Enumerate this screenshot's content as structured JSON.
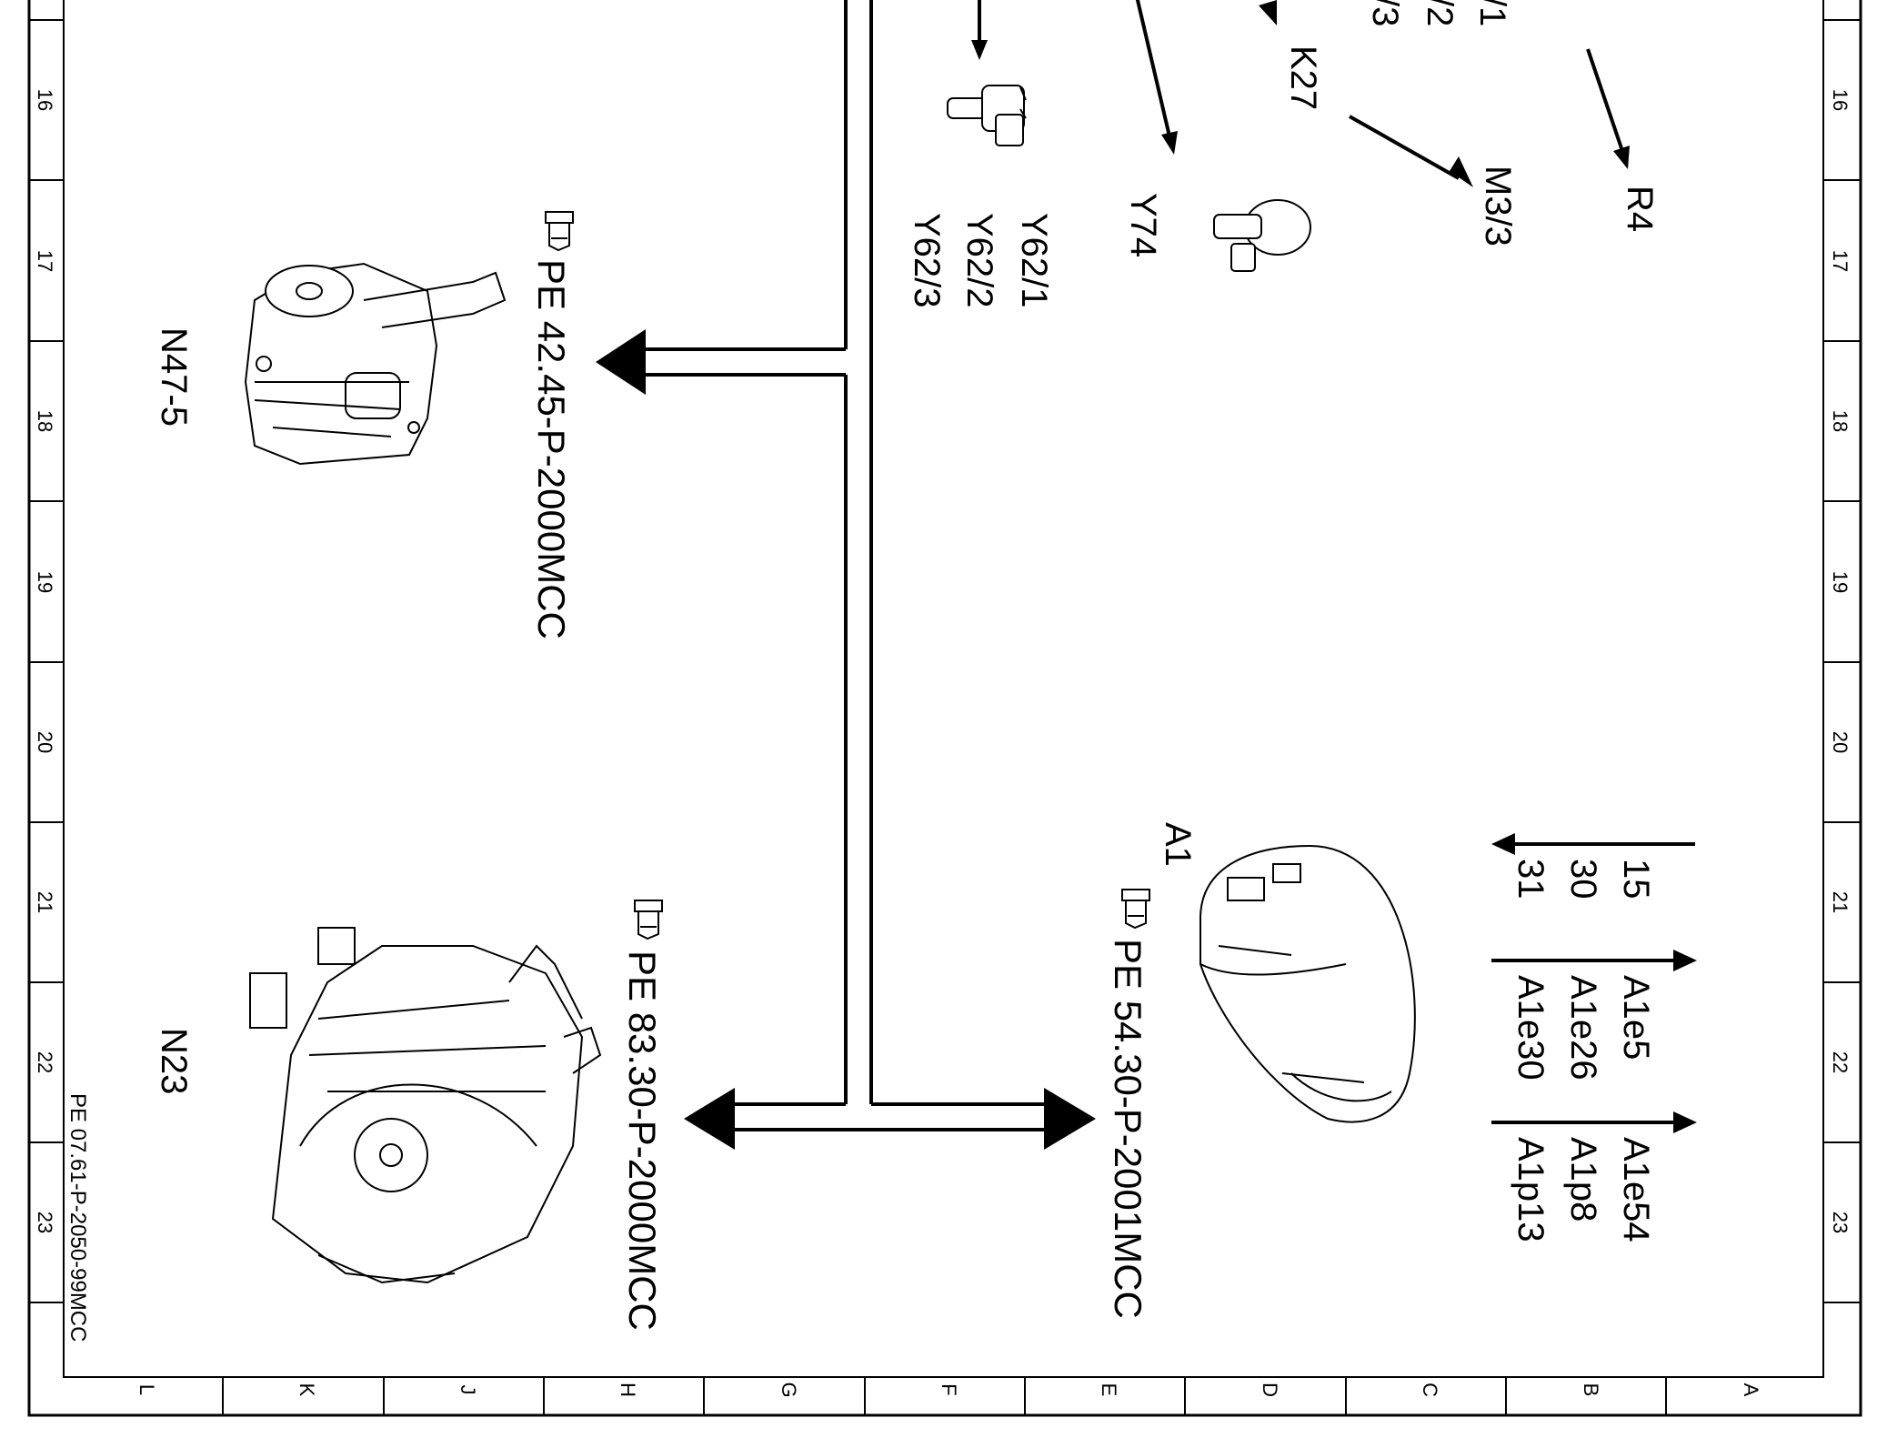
{
  "grid": {
    "side_numbers": [
      "16",
      "17",
      "18",
      "19",
      "20",
      "21",
      "22",
      "23"
    ],
    "bottom_letters": [
      "L",
      "K",
      "J",
      "H",
      "G",
      "F",
      "E",
      "D",
      "C",
      "B",
      "A"
    ]
  },
  "document_number": "PE 07.61-P-2050-99MCC",
  "references": [
    {
      "id": "ref-42",
      "text": "PE 42.45-P-2000MCC"
    },
    {
      "id": "ref-83",
      "text": "PE 83.30-P-2000MCC"
    },
    {
      "id": "ref-54",
      "text": "PE 54.30-P-2001MCC"
    }
  ],
  "components": {
    "n47": "N47-5",
    "n23": "N23",
    "a1": "A1",
    "y74": "Y74",
    "k27": "K27",
    "m33": "M3/3",
    "r4": "R4",
    "y62": [
      "Y62/1",
      "Y62/2",
      "Y62/3"
    ],
    "top_partial": [
      "/1",
      "/2",
      "/3"
    ]
  },
  "signals": {
    "power": [
      "15",
      "30",
      "31"
    ],
    "group1": [
      "A1e5",
      "A1e26",
      "A1e30"
    ],
    "group2": [
      "A1e54",
      "A1p8",
      "A1p13"
    ]
  }
}
